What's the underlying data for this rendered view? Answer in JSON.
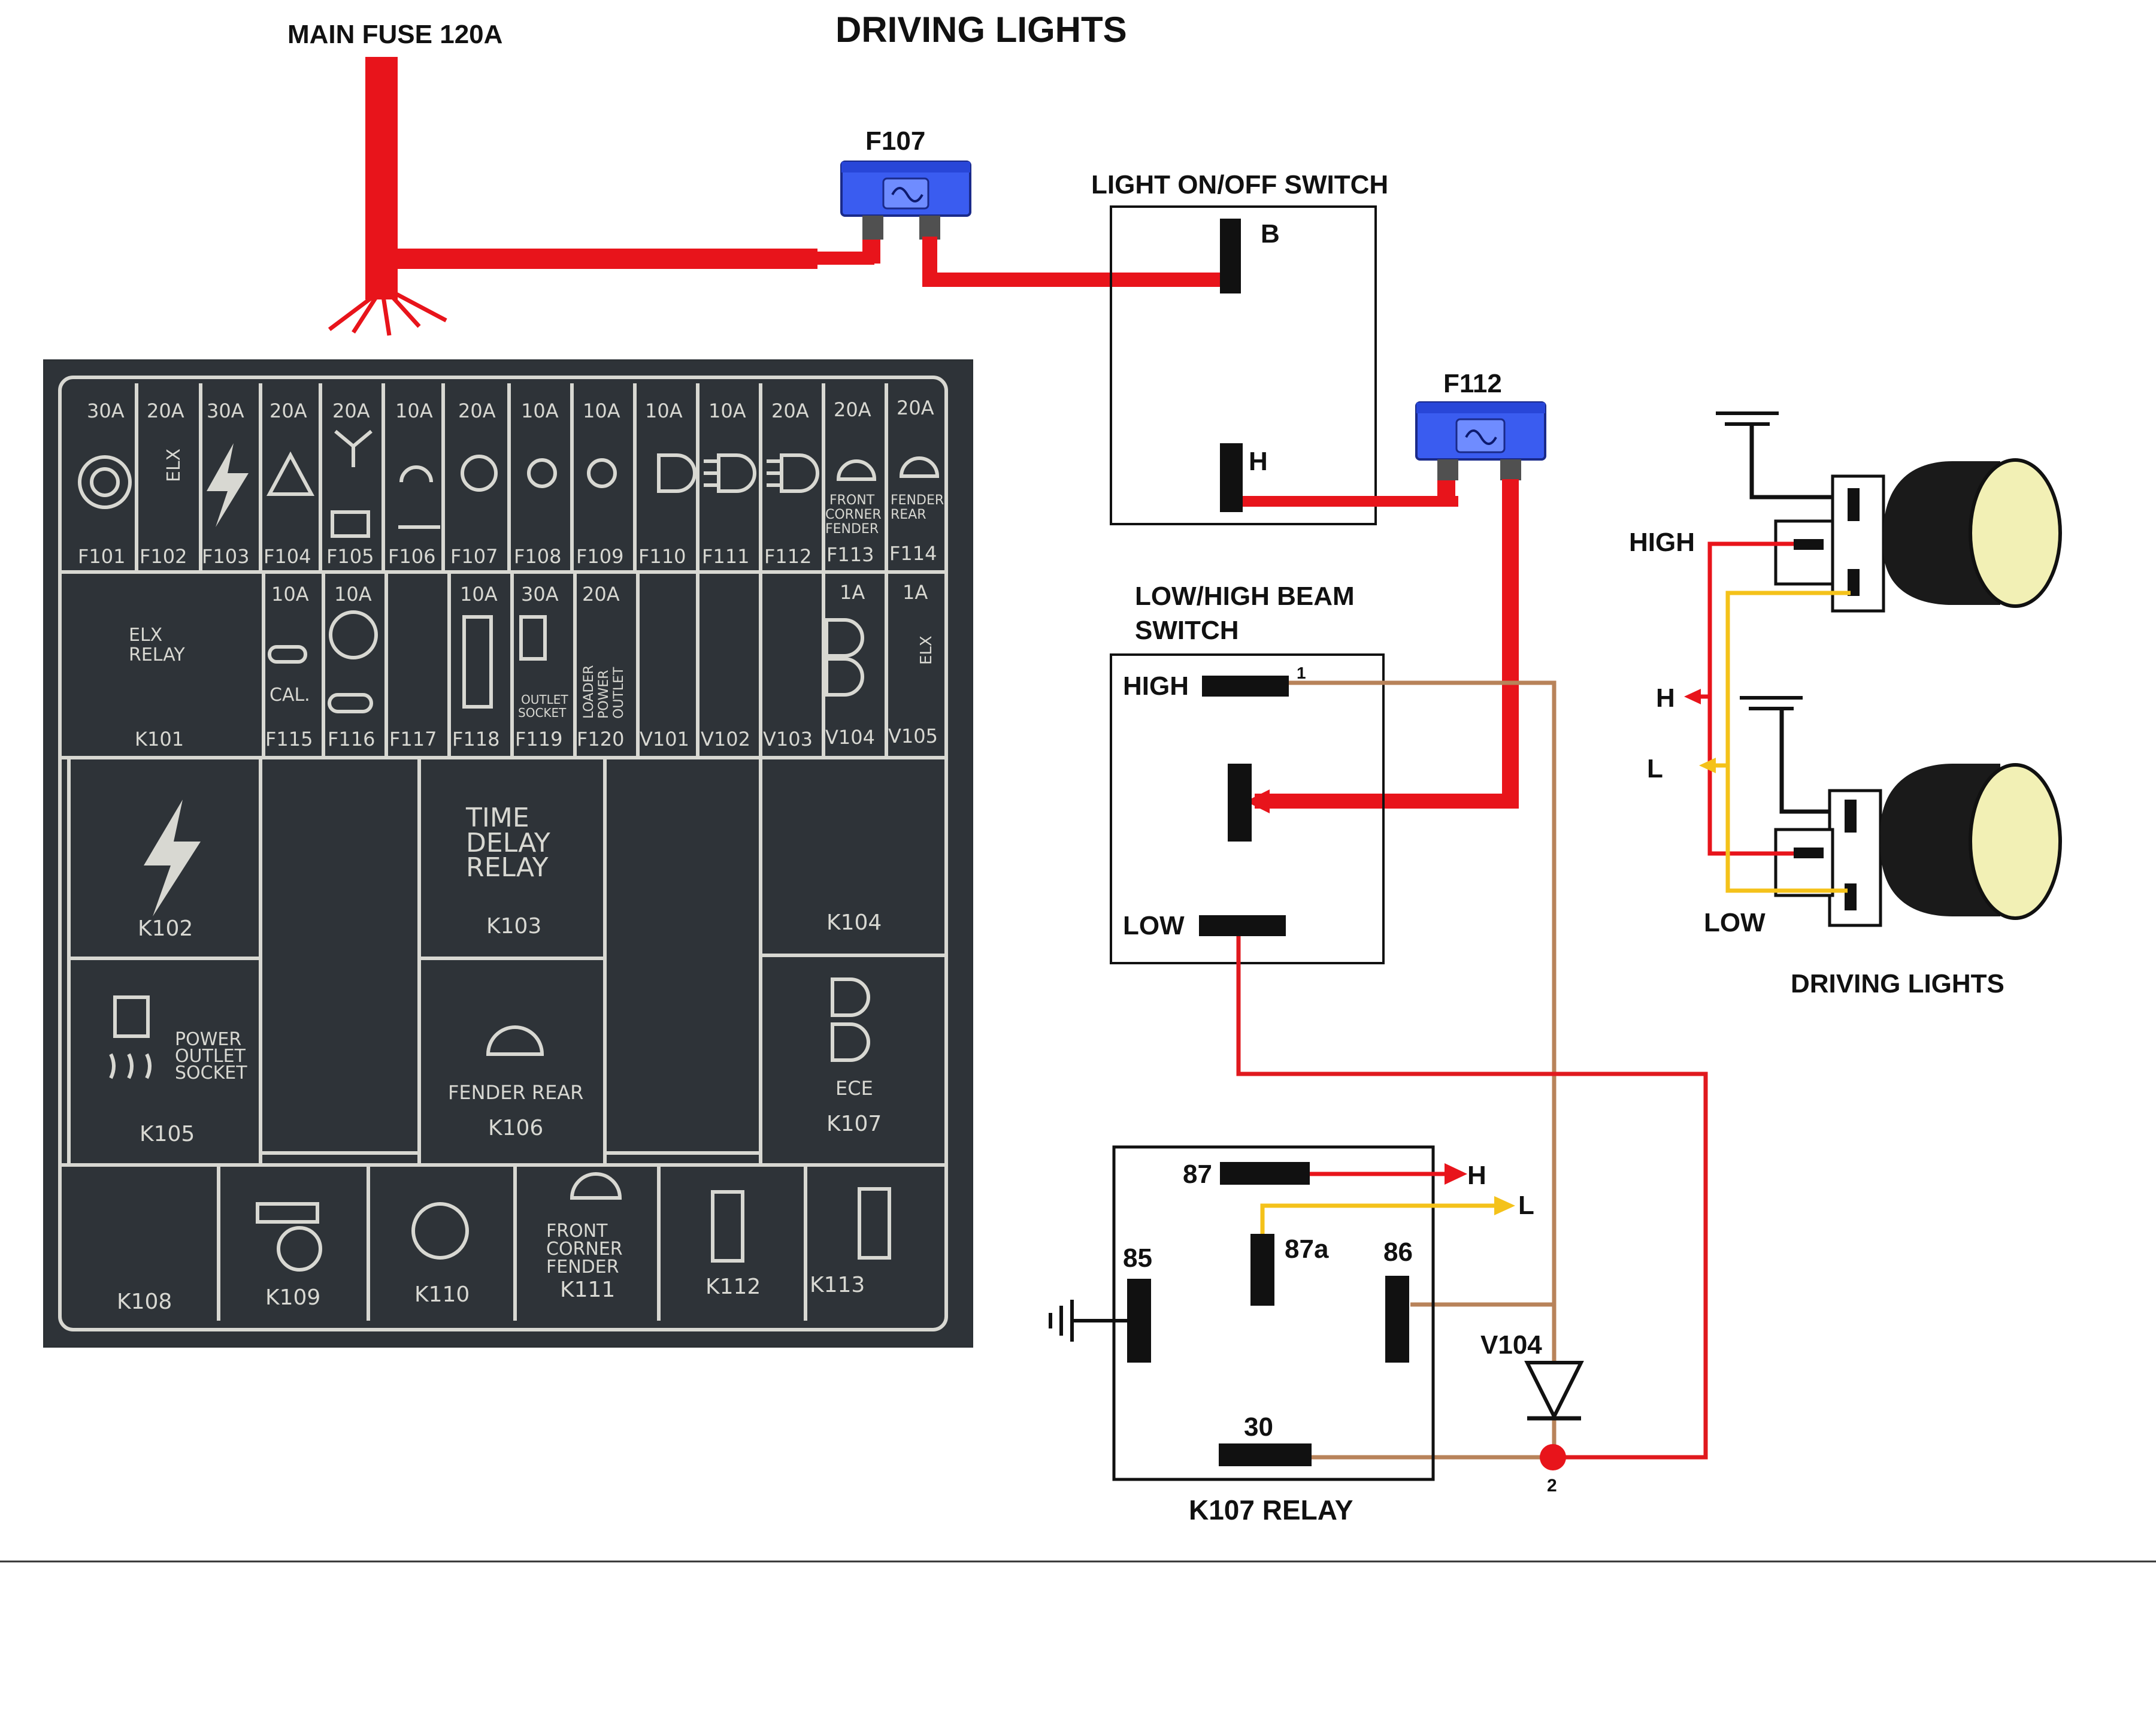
{
  "title": "DRIVING LIGHTS",
  "main_fuse": "MAIN FUSE 120A",
  "fuse_f107": "F107",
  "fuse_f112": "F112",
  "light_switch": {
    "title": "LIGHT ON/OFF SWITCH",
    "pin_b": "B",
    "pin_h": "H"
  },
  "beam_switch": {
    "title_line1": "LOW/HIGH BEAM",
    "title_line2": "SWITCH",
    "high": "HIGH",
    "low": "LOW",
    "pin1": "1"
  },
  "relay": {
    "title": "K107 RELAY",
    "p87": "87",
    "p87a": "87a",
    "p85": "85",
    "p86": "86",
    "p30": "30",
    "out_h": "H",
    "out_l": "L"
  },
  "diode": {
    "label": "V104",
    "node": "2"
  },
  "lamps": {
    "title": "DRIVING LIGHTS",
    "high": "HIGH",
    "low": "LOW",
    "h": "H",
    "l": "L"
  },
  "fuse_panel": {
    "row1_amps": [
      "30A",
      "20A",
      "30A",
      "20A",
      "20A",
      "10A",
      "20A",
      "10A",
      "10A",
      "10A",
      "10A",
      "20A",
      "20A",
      "20A"
    ],
    "row1_names": [
      "F101",
      "F102",
      "F103",
      "F104",
      "F105",
      "F106",
      "F107",
      "F108",
      "F109",
      "F110",
      "F111",
      "F112",
      "F113",
      "F114"
    ],
    "row2_amps": [
      "10A",
      "10A",
      "10A",
      "30A",
      "20A",
      "1A",
      "1A"
    ],
    "row2_names": [
      "K101",
      "F115",
      "F116",
      "F117",
      "F118",
      "F119",
      "F120",
      "V101",
      "V102",
      "V103",
      "V104",
      "V105"
    ],
    "elx": "ELX",
    "elx_relay_1": "ELX",
    "elx_relay_2": "RELAY",
    "cal": "CAL.",
    "front_corner_fender": [
      "FRONT",
      "CORNER",
      "FENDER"
    ],
    "fender_rear": [
      "FENDER",
      "REAR"
    ],
    "outlet_socket": [
      "OUTLET",
      "SOCKET"
    ],
    "loader_power_outlet": [
      "LOADER",
      "POWER",
      "OUTLET"
    ],
    "time_delay_relay": [
      "TIME",
      "DELAY",
      "RELAY"
    ],
    "power_outlet_socket": [
      "POWER",
      "OUTLET",
      "SOCKET"
    ],
    "fender_rear_full": "FENDER REAR",
    "ece": "ECE",
    "front_corner_fender_k111": [
      "FRONT",
      "CORNER",
      "FENDER"
    ],
    "relays": {
      "k102": "K102",
      "k103": "K103",
      "k104": "K104",
      "k105": "K105",
      "k106": "K106",
      "k107": "K107",
      "k108": "K108",
      "k109": "K109",
      "k110": "K110",
      "k111": "K111",
      "k112": "K112",
      "k113": "K113"
    }
  },
  "colors": {
    "feed_red": "#e8141b",
    "low_red": "#e0191e",
    "brown": "#b8835a",
    "yellow": "#f4c21a",
    "fuse_blue": "#3355ee",
    "panel": "#2c3135"
  }
}
